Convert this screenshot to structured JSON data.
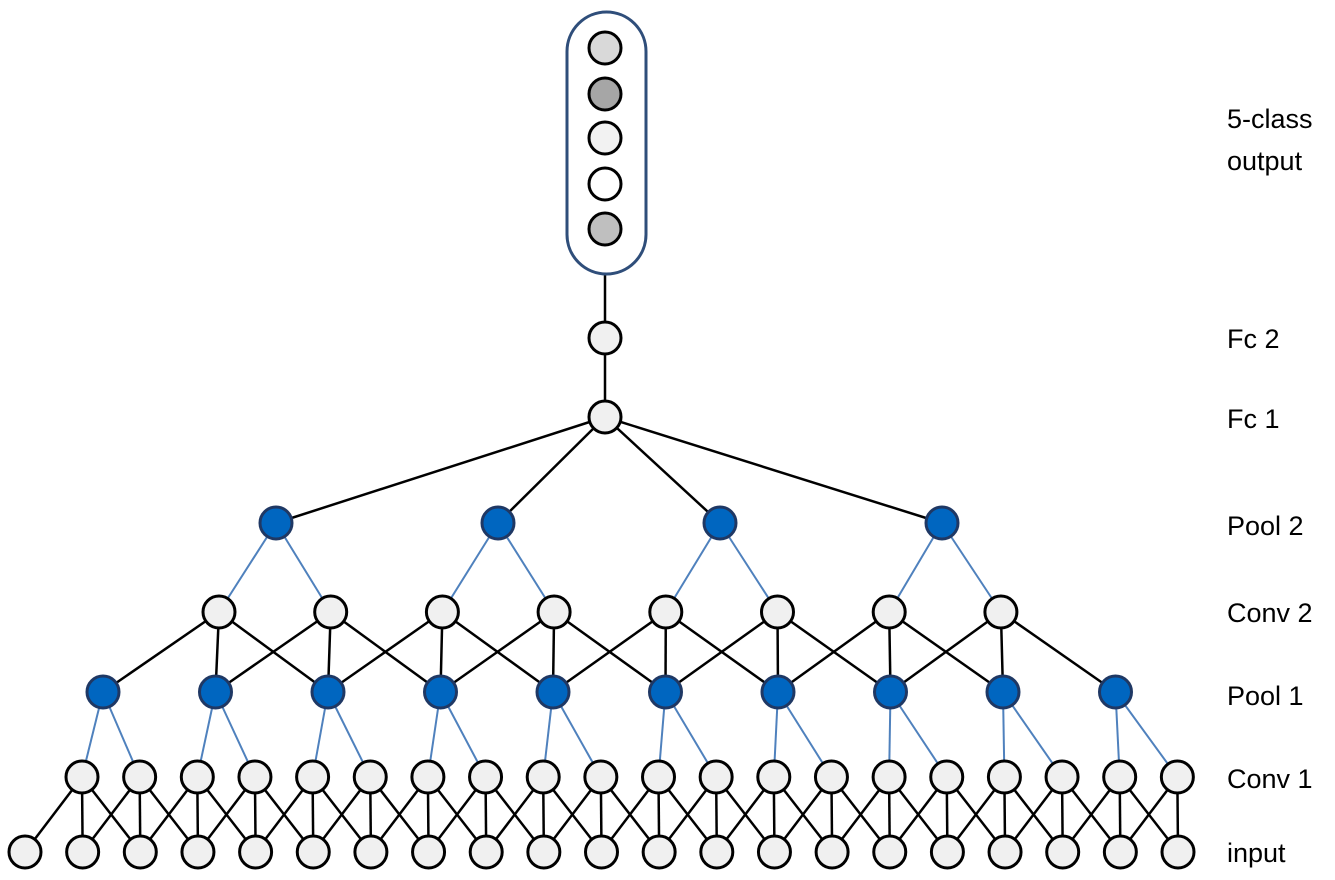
{
  "labels": {
    "output_line1": "5-class",
    "output_line2": "output",
    "fc2": "Fc 2",
    "fc1": "Fc 1",
    "pool2": "Pool 2",
    "conv2": "Conv 2",
    "pool1": "Pool 1",
    "conv1": "Conv 1",
    "input": "input"
  },
  "colors": {
    "pool_fill": "#0066C0",
    "pool_stroke": "#1F3864",
    "node_fill": "#F0F0F0",
    "stroke": "#000000",
    "pool_edge": "#4F81BD",
    "output_container": "#2F4E7A",
    "output_node_fills": [
      "#D9D9D9",
      "#A6A6A6",
      "#F2F2F2",
      "#FFFFFF",
      "#BFBFBF"
    ]
  },
  "network": {
    "input_count": 21,
    "conv1_count": 20,
    "pool1_count": 10,
    "conv2_count": 8,
    "pool2_count": 4,
    "fc1_count": 1,
    "fc2_count": 1,
    "output_count": 5
  }
}
